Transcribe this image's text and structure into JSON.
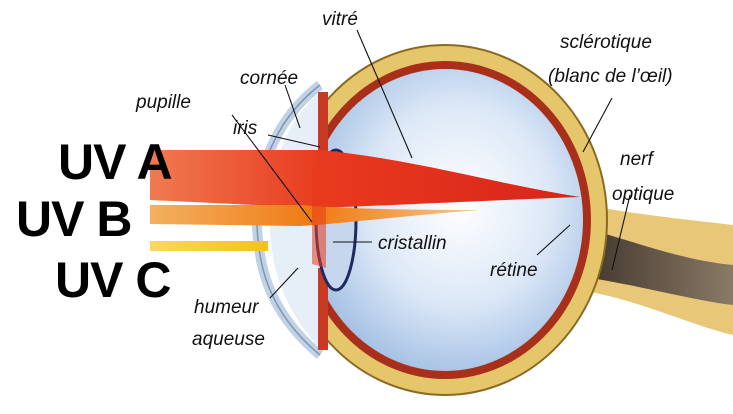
{
  "labels": {
    "vitre": "vitré",
    "sclerotique_line1": "sclérotique",
    "sclerotique_line2": "(blanc de l’œil)",
    "cornee": "cornée",
    "pupille": "pupille",
    "iris": "iris",
    "nerf_line1": "nerf",
    "nerf_line2": "optique",
    "cristallin": "cristallin",
    "retine": "rétine",
    "humeur_line1": "humeur",
    "humeur_line2": "aqueuse"
  },
  "rays": [
    {
      "label": "UV A",
      "color": "#e8301c"
    },
    {
      "label": "UV B",
      "color": "#f07a12"
    },
    {
      "label": "UV C",
      "color": "#f5c020"
    }
  ],
  "colors": {
    "sclera": "#e6c66a",
    "choroid": "#a8301a",
    "vitreous": "#bcd4ee",
    "nerve": "#6b5a48"
  }
}
